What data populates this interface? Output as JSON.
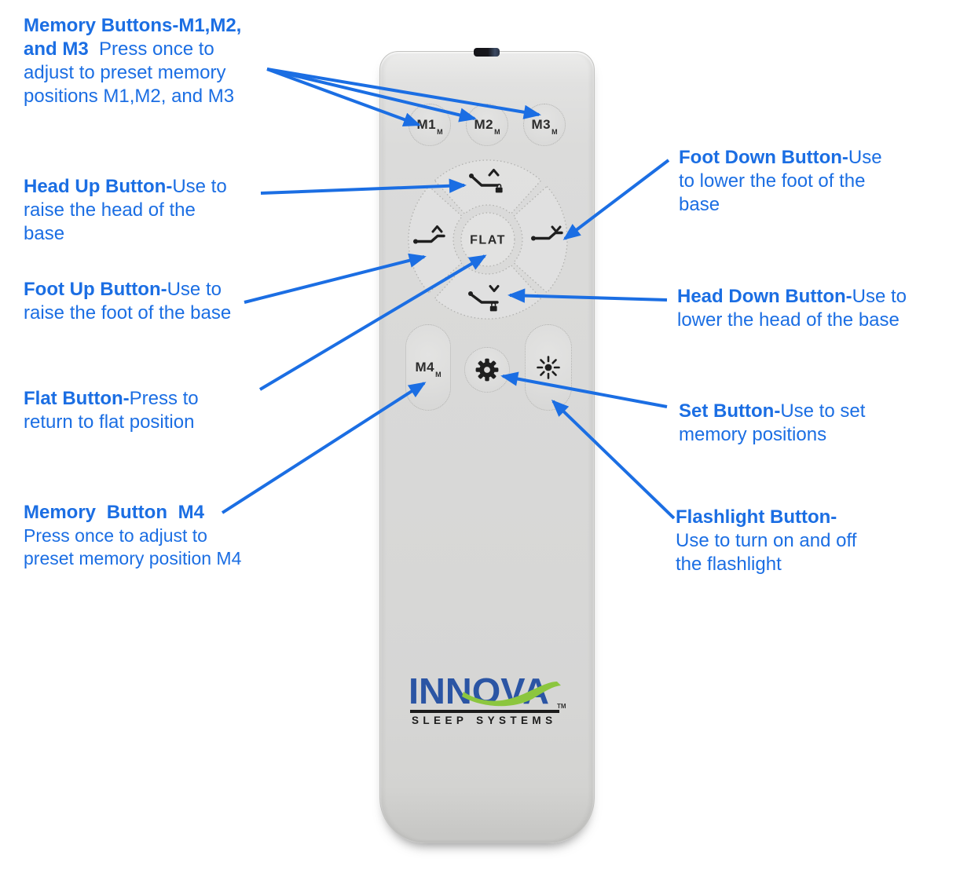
{
  "colors": {
    "annotation_blue": "#1b6ee3",
    "logo_blue": "#2b55a4",
    "logo_green": "#8cc63f",
    "button_glyph": "#1f1f1f",
    "remote_body": "#d8d8d7"
  },
  "annotations": {
    "memory_m123": {
      "lines": [
        {
          "b": "Memory Buttons-M1,M2,",
          "r": ""
        },
        {
          "b": "and M3",
          "r": "  Press once to"
        },
        {
          "b": "",
          "r": "adjust to preset memory"
        },
        {
          "b": "",
          "r": "positions M1,M2, and M3"
        }
      ]
    },
    "head_up": {
      "lines": [
        {
          "b": "Head Up Button-",
          "r": "Use to"
        },
        {
          "b": "",
          "r": "raise the head of the"
        },
        {
          "b": "",
          "r": "base"
        }
      ]
    },
    "foot_up": {
      "lines": [
        {
          "b": "Foot Up Button-",
          "r": "Use to"
        },
        {
          "b": "",
          "r": "raise the foot of the base"
        }
      ]
    },
    "flat": {
      "lines": [
        {
          "b": "Flat Button-",
          "r": "Press to"
        },
        {
          "b": "",
          "r": "return to flat position"
        }
      ]
    },
    "memory_m4": {
      "lines": [
        {
          "b": "Memory Button M4",
          "r": ""
        },
        {
          "b": "",
          "r": "Press once to adjust to"
        },
        {
          "b": "",
          "r": "preset memory position M4"
        }
      ]
    },
    "foot_down": {
      "lines": [
        {
          "b": "Foot Down Button-",
          "r": "Use"
        },
        {
          "b": "",
          "r": "to lower the foot of the"
        },
        {
          "b": "",
          "r": "base"
        }
      ]
    },
    "head_down": {
      "lines": [
        {
          "b": "Head Down Button-",
          "r": "Use to"
        },
        {
          "b": "",
          "r": "lower the head of the base"
        }
      ]
    },
    "set": {
      "lines": [
        {
          "b": "Set Button-",
          "r": "Use to set"
        },
        {
          "b": "",
          "r": "memory positions"
        }
      ]
    },
    "flashlight": {
      "lines": [
        {
          "b": "Flashlight Button-",
          "r": ""
        },
        {
          "b": "",
          "r": "Use to turn on and off"
        },
        {
          "b": "",
          "r": "the flashlight"
        }
      ]
    }
  },
  "remote": {
    "buttons": {
      "m1": {
        "label": "M1",
        "sub": "M"
      },
      "m2": {
        "label": "M2",
        "sub": "M"
      },
      "m3": {
        "label": "M3",
        "sub": "M"
      },
      "m4": {
        "label": "M4",
        "sub": "M"
      },
      "flat": {
        "label": "FLAT"
      }
    },
    "icons": {
      "head_up": "bed-head-up-icon",
      "head_down": "bed-head-down-icon",
      "foot_up": "bed-foot-up-icon",
      "foot_down": "bed-foot-down-icon",
      "set": "gear-icon",
      "flashlight": "flashlight-icon"
    },
    "logo": {
      "brand": "INNOVA",
      "tm": "TM",
      "tagline": "SLEEP SYSTEMS"
    }
  }
}
